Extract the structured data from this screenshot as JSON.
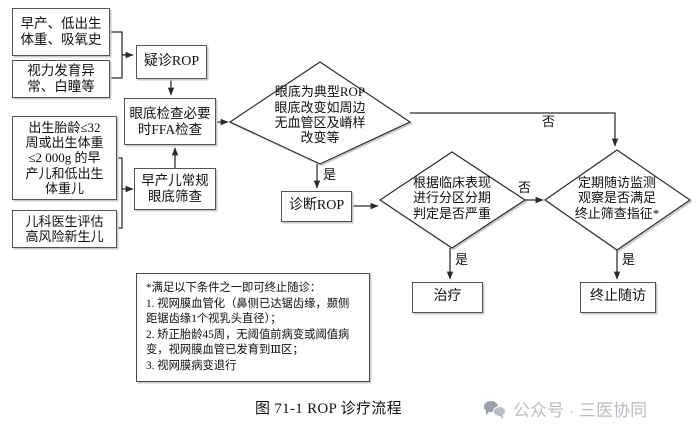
{
  "figure": {
    "caption": "图 71-1 ROP 诊疗流程",
    "watermark": "公众号 · 三医协同",
    "watermark_icon": "wechat-bubbles-icon"
  },
  "nodes": {
    "risk_history": "早产、低出生\n体重、吸氧史",
    "vision_abnormal": "视力发育异\n常、白瞳等",
    "gestational_criteria": "出生胎龄≤32\n周或出生体重\n≤2 000g 的早\n产儿和低出生\n体重儿",
    "pediatric_assess": "儿科医生评估\n高风险新生儿",
    "suspect_rop": "疑诊ROP",
    "fundus_exam": "眼底检查必要\n时FFA检查",
    "routine_screen": "早产儿常规\n眼底筛查",
    "typical_rop_decision": "眼底为典型ROP\n眼底改变如周边\n无血管区及嵴样\n改变等",
    "diagnose_rop": "诊断ROP",
    "severity_decision": "根据临床表现\n进行分区分期\n判定是否严重",
    "followup_decision": "定期随访监测\n观察是否满足\n终止筛查指征*",
    "treatment": "治疗",
    "stop_followup": "终止随访"
  },
  "edge_labels": {
    "typical_yes": "是",
    "typical_no": "否",
    "severity_yes": "是",
    "severity_no": "否",
    "followup_yes": "是"
  },
  "footnote": {
    "lines": [
      "*满足以下条件之一即可终止随诊：",
      "1. 视网膜血管化（鼻侧已达锯齿缘，颞侧距锯齿缘1个视乳头直径）；",
      "2. 矫正胎龄45周，无阈值前病变或阈值病变，视网膜血管已发育到Ⅲ区；",
      "3. 视网膜病变退行"
    ]
  },
  "colors": {
    "stroke": "#555555",
    "line": "#2b2b2b",
    "text": "#101010",
    "shadow": "#c9c9c9",
    "background": "#ffffff",
    "watermark": "#b9bcc2"
  }
}
